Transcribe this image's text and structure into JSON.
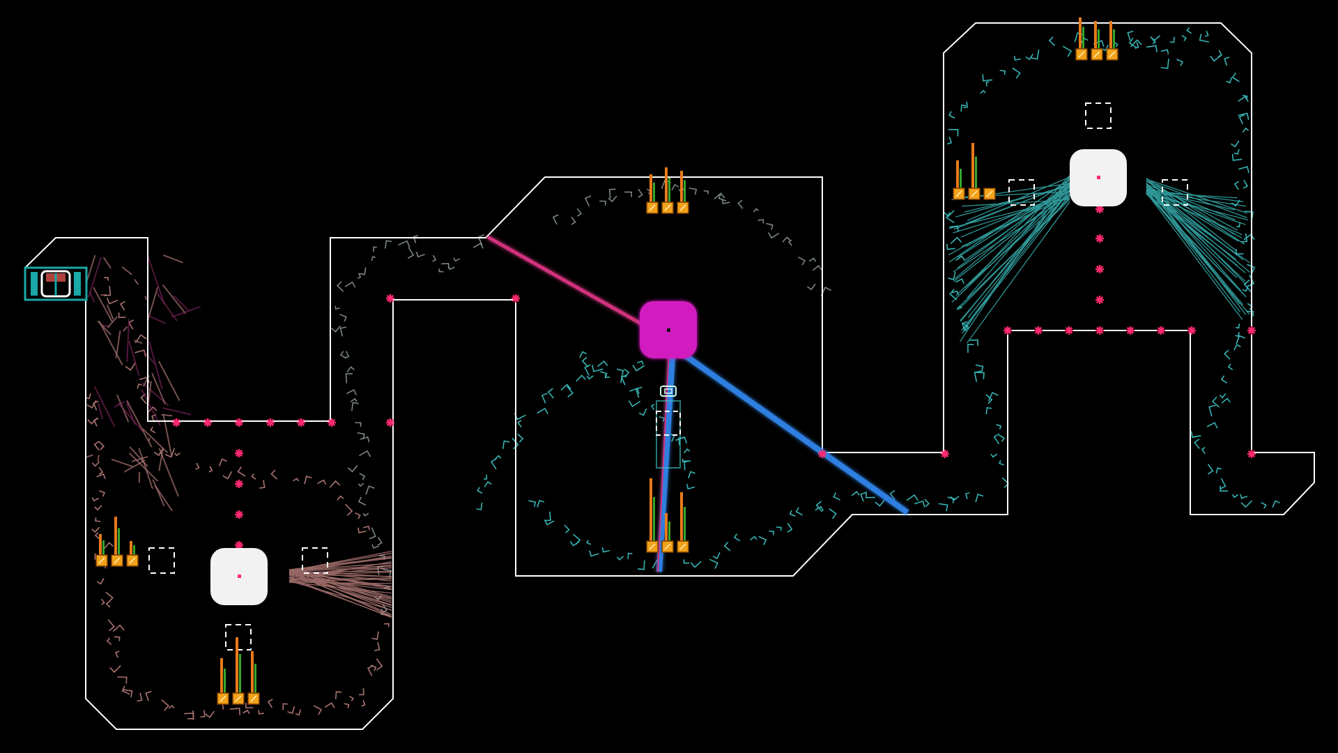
{
  "colors": {
    "background": "#000000",
    "level_outline": "#ffffff",
    "marker_pink": "#ff2a6d",
    "trail_salmon": "#c98a86",
    "trail_teal": "#3fc9c9",
    "trail_gray": "#9aa7a7",
    "beam_blue": "#2f7fe0",
    "beam_pink": "#d0307c",
    "core_white": "#f2f2f2",
    "core_magenta": "#d21cc0",
    "crate_orange": "#f2a21a",
    "spike_green": "#35a82c",
    "spike_orange": "#e87a1a",
    "exit_teal": "#1aa8a8",
    "exit_red": "#b0423c"
  },
  "icons": {
    "exit_door": "exit-door-icon",
    "switch_crate": "switch-crate-icon",
    "empty_slot": "empty-slot-icon",
    "core_node": "core-node-icon",
    "pink_marker": "pink-star-marker-icon",
    "player": "player-drone-icon"
  },
  "entities": {
    "core_nodes": [
      {
        "id": "core-left",
        "state": "idle",
        "color": "core_white"
      },
      {
        "id": "core-center",
        "state": "active",
        "color": "core_magenta"
      },
      {
        "id": "core-right",
        "state": "idle",
        "color": "core_white"
      }
    ],
    "crate_groups": 6,
    "crates_per_group": 3,
    "empty_slots": 7,
    "exit_doors": 1,
    "players": 1
  }
}
